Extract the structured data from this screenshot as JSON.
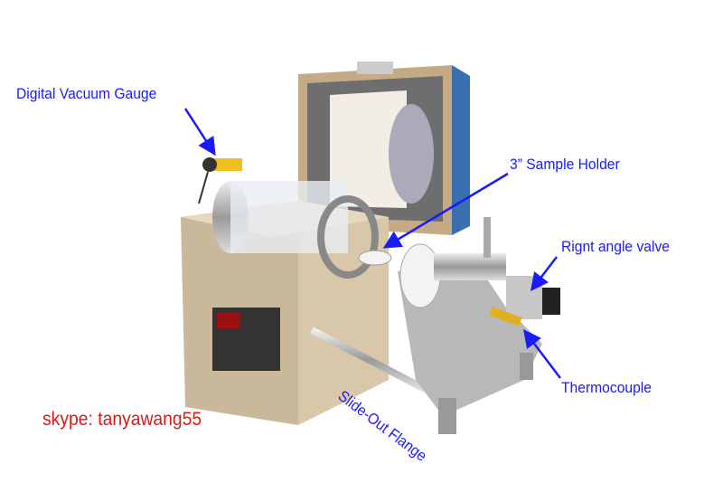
{
  "labels": {
    "vacuum_gauge": "Digital Vacuum Gauge",
    "sample_holder": "3” Sample Holder",
    "angle_valve": "Rignt angle valve",
    "thermocouple": "Thermocouple",
    "slide_out_flange": "Slide-Out Flange"
  },
  "watermark": "skype: tanyawang55",
  "colors": {
    "label_text": "#1a1aff",
    "watermark_text": "#e01818",
    "furnace_body": "#c9b89a",
    "furnace_lid_blue": "#3a6fb0"
  }
}
